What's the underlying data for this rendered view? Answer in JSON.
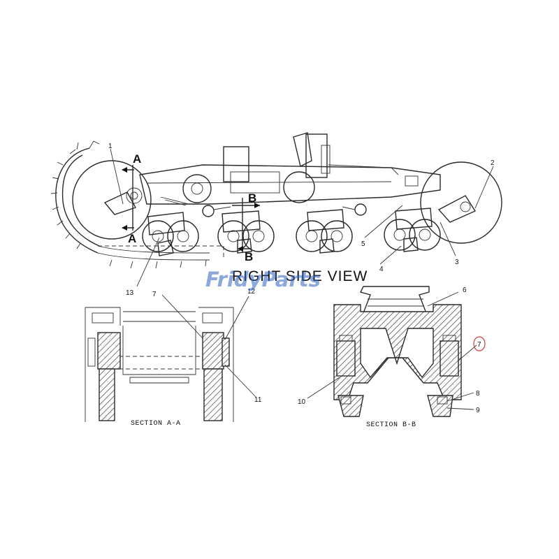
{
  "title": "RIGHT SIDE VIEW",
  "section_labels": {
    "a": "SECTION A-A",
    "b": "SECTION B-B"
  },
  "section_markers": {
    "a_top": "A",
    "a_bottom": "A",
    "b_top": "B",
    "b_bottom": "B"
  },
  "callouts": {
    "c1": "1",
    "c2": "2",
    "c3": "3",
    "c4": "4",
    "c5": "5",
    "c6": "6",
    "c7a": "7",
    "c7b": "7",
    "c8": "8",
    "c9": "9",
    "c10": "10",
    "c11": "11",
    "c12": "12",
    "c13": "13"
  },
  "watermark": {
    "part1": "Fridy",
    "part2": "Parts",
    "color_blue": "#2f62c0",
    "color_orange": "#f2a323"
  },
  "highlight_color": "#d23a3a"
}
